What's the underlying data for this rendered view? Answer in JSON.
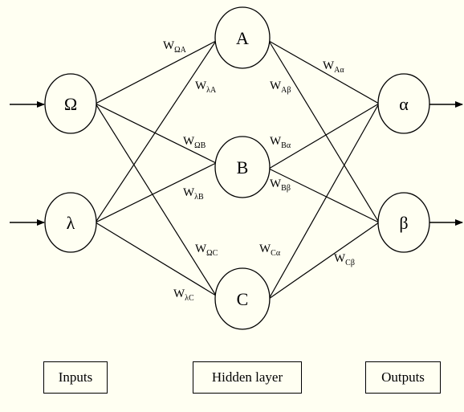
{
  "nodes": {
    "omega": "Ω",
    "lambda": "λ",
    "a": "A",
    "b": "B",
    "c": "C",
    "alpha": "α",
    "beta": "β"
  },
  "weights": {
    "omega_a": {
      "main": "W",
      "sub": "ΩA"
    },
    "lambda_a": {
      "main": "W",
      "sub": "λA"
    },
    "omega_b": {
      "main": "W",
      "sub": "ΩB"
    },
    "lambda_b": {
      "main": "W",
      "sub": "λB"
    },
    "omega_c": {
      "main": "W",
      "sub": "ΩC"
    },
    "lambda_c": {
      "main": "W",
      "sub": "λC"
    },
    "a_alpha": {
      "main": "W",
      "sub": "Aα"
    },
    "a_beta": {
      "main": "W",
      "sub": "Aβ"
    },
    "b_alpha": {
      "main": "W",
      "sub": "Bα"
    },
    "b_beta": {
      "main": "W",
      "sub": "Bβ"
    },
    "c_alpha": {
      "main": "W",
      "sub": "Cα"
    },
    "c_beta": {
      "main": "W",
      "sub": "Cβ"
    }
  },
  "legend": {
    "inputs": "Inputs",
    "hidden": "Hidden layer",
    "outputs": "Outputs"
  }
}
